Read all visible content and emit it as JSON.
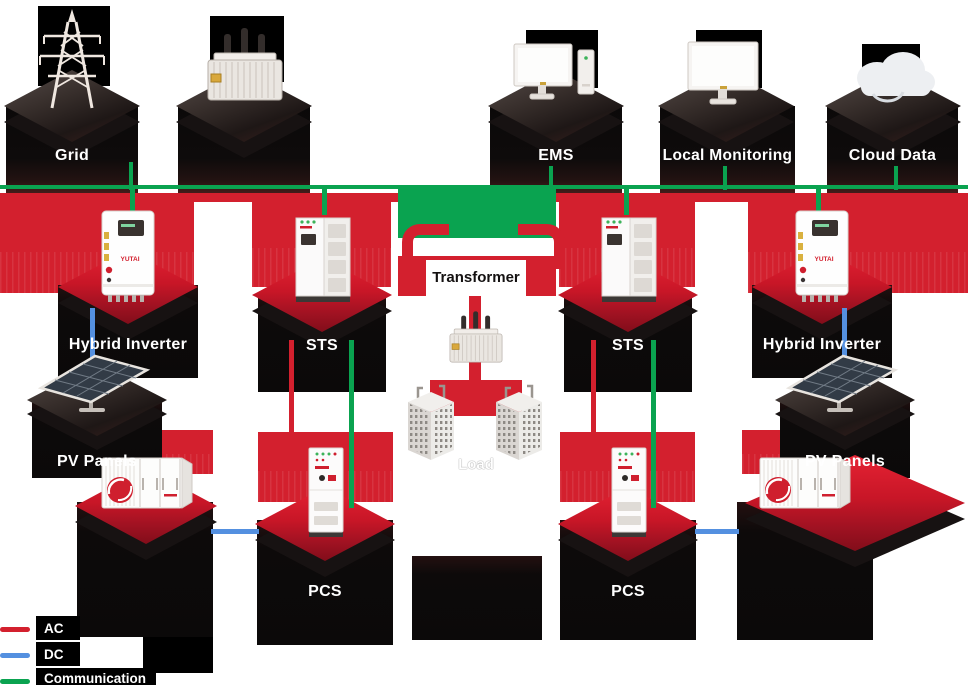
{
  "colors": {
    "ac": "#d3202e",
    "dc": "#5490e0",
    "comm": "#0aa350"
  },
  "brand": "YUTAI",
  "nodes": {
    "grid": {
      "label": "Grid"
    },
    "ems": {
      "label": "EMS"
    },
    "local_monitoring": {
      "label": "Local Monitoring"
    },
    "cloud_data": {
      "label": "Cloud Data"
    },
    "hybrid_inverter_left": {
      "label": "Hybrid Inverter"
    },
    "hybrid_inverter_right": {
      "label": "Hybrid Inverter"
    },
    "sts_left": {
      "label": "STS"
    },
    "sts_right": {
      "label": "STS"
    },
    "transformer_mid": {
      "label": "Transformer"
    },
    "pv_left": {
      "label": "PV Panels"
    },
    "pv_right": {
      "label": "PV Panels"
    },
    "pcs_left": {
      "label": "PCS"
    },
    "pcs_right": {
      "label": "PCS"
    },
    "load": {
      "label": "Load"
    }
  },
  "legend": {
    "items": [
      {
        "label": "AC",
        "color": "#d3202e"
      },
      {
        "label": "DC",
        "color": "#5490e0"
      },
      {
        "label": "Communication",
        "color": "#0aa350"
      }
    ]
  }
}
